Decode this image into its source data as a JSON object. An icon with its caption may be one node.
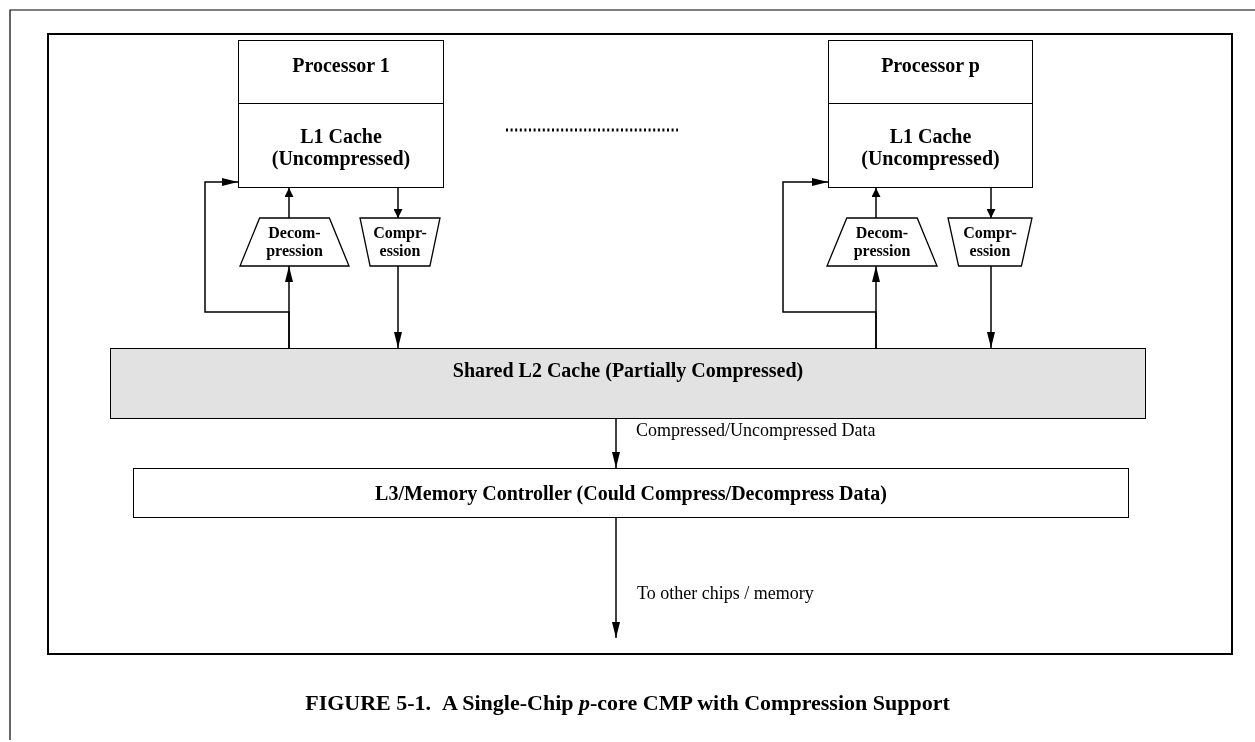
{
  "diagram": {
    "caption": "FIGURE 5-1.  A Single-Chip *p*-core CMP with Compression Support",
    "nodes": [
      {
        "text": [],
        "shape": "box"
      },
      {
        "text": [
          "Processor 1"
        ],
        "in": 0
      },
      {
        "text": [
          "L1 Cache (Uncompressed)"
        ],
        "in": 0
      },
      {
        "text": [
          "Decom- pression"
        ],
        "in": 0
      },
      {
        "text": [
          "Compr- ession"
        ],
        "in": 0
      },
      {
        "text": [
          "Processor p"
        ],
        "in": 0
      },
      {
        "text": [
          "L1 Cache (Uncompressed)"
        ],
        "in": 0
      },
      {
        "text": [
          "Decom- pression"
        ],
        "in": 0
      },
      {
        "text": [
          "Compr- ession"
        ],
        "in": 0
      },
      {
        "text": [
          "Shared L2 Cache (Partially Compressed)"
        ],
        "in": 0
      },
      {
        "text": [
          "L3/Memory Controller (Could Compress/Decompress Data)"
        ],
        "in": 0
      }
    ],
    "edges": [
      {
        "from": 3,
        "to": 2,
        "arrow": "to"
      },
      {
        "from": 2,
        "to": 4,
        "arrow": "to"
      },
      {
        "from": 9,
        "to": 3,
        "arrow": "to"
      },
      {
        "from": 9,
        "to": 2,
        "arrow": "to"
      },
      {
        "from": 4,
        "to": 9,
        "arrow": "to"
      },
      {
        "from": 7,
        "to": 6,
        "arrow": "to"
      },
      {
        "from": 6,
        "to": 8,
        "arrow": "to"
      },
      {
        "from": 9,
        "to": 7,
        "arrow": "to"
      },
      {
        "from": 9,
        "to": 6,
        "arrow": "to"
      },
      {
        "from": 8,
        "to": 9,
        "arrow": "to"
      },
      {
        "from": 9,
        "to": 10,
        "arrow": "to",
        "label": "Compressed/Uncompressed Data"
      },
      {
        "from": 10,
        "to": null,
        "arrow": "to",
        "label": "To other chips / memory"
      }
    ]
  }
}
